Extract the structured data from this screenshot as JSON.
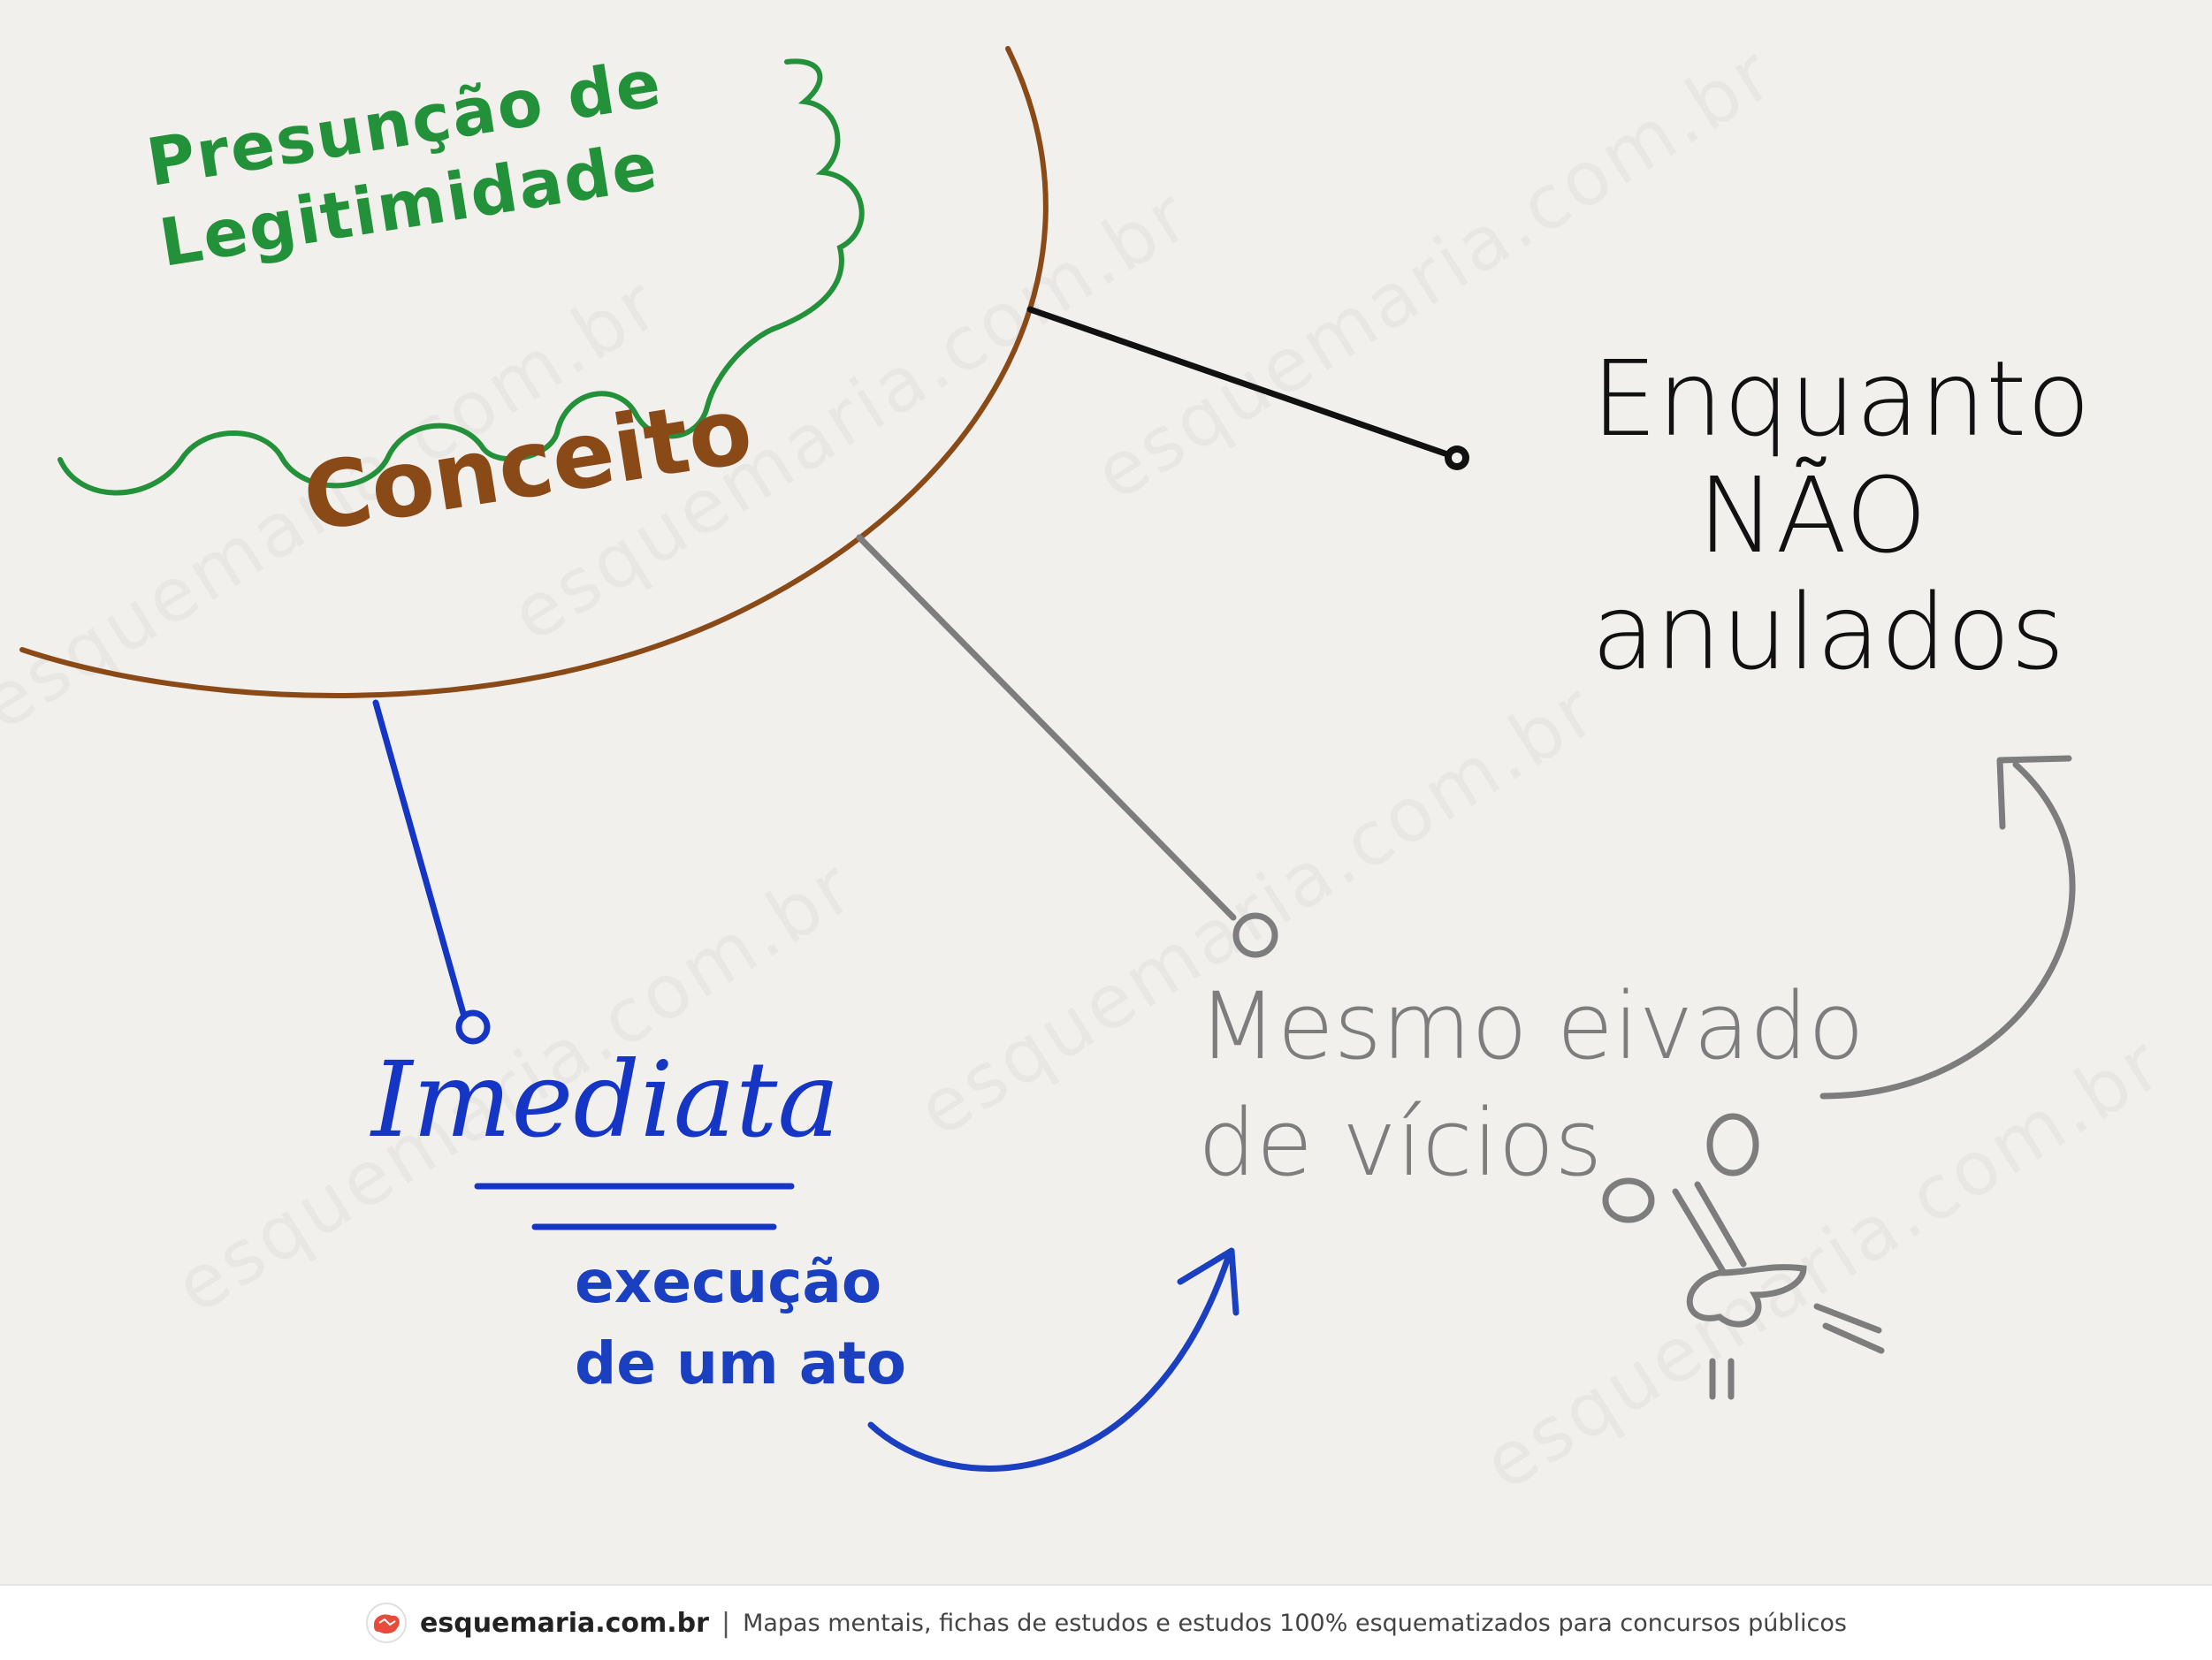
{
  "colors": {
    "title": "#23913a",
    "concept": "#8a4a18",
    "black_node": "#111111",
    "blue_node": "#1535c4",
    "gray_node": "#7d7d7d"
  },
  "diagram": {
    "title_lines": [
      "Presunção de",
      "Legitimidade"
    ],
    "concept": "Conceito",
    "nodes": {
      "enquanto": [
        "Enquanto",
        "NÃO",
        "anulados"
      ],
      "imediata": "Imediata",
      "execucao": [
        "execução",
        "de um ato"
      ],
      "mesmo": [
        "Mesmo eivado",
        "de vícios"
      ]
    }
  },
  "footer": {
    "brand": "esquemaria.com.br",
    "separator": "|",
    "tagline": "Mapas mentais, fichas de estudos e estudos 100% esquematizados para concursos públicos",
    "logo_icon": "brain-map-logo-icon"
  },
  "watermark": "esquemaria.com.br"
}
